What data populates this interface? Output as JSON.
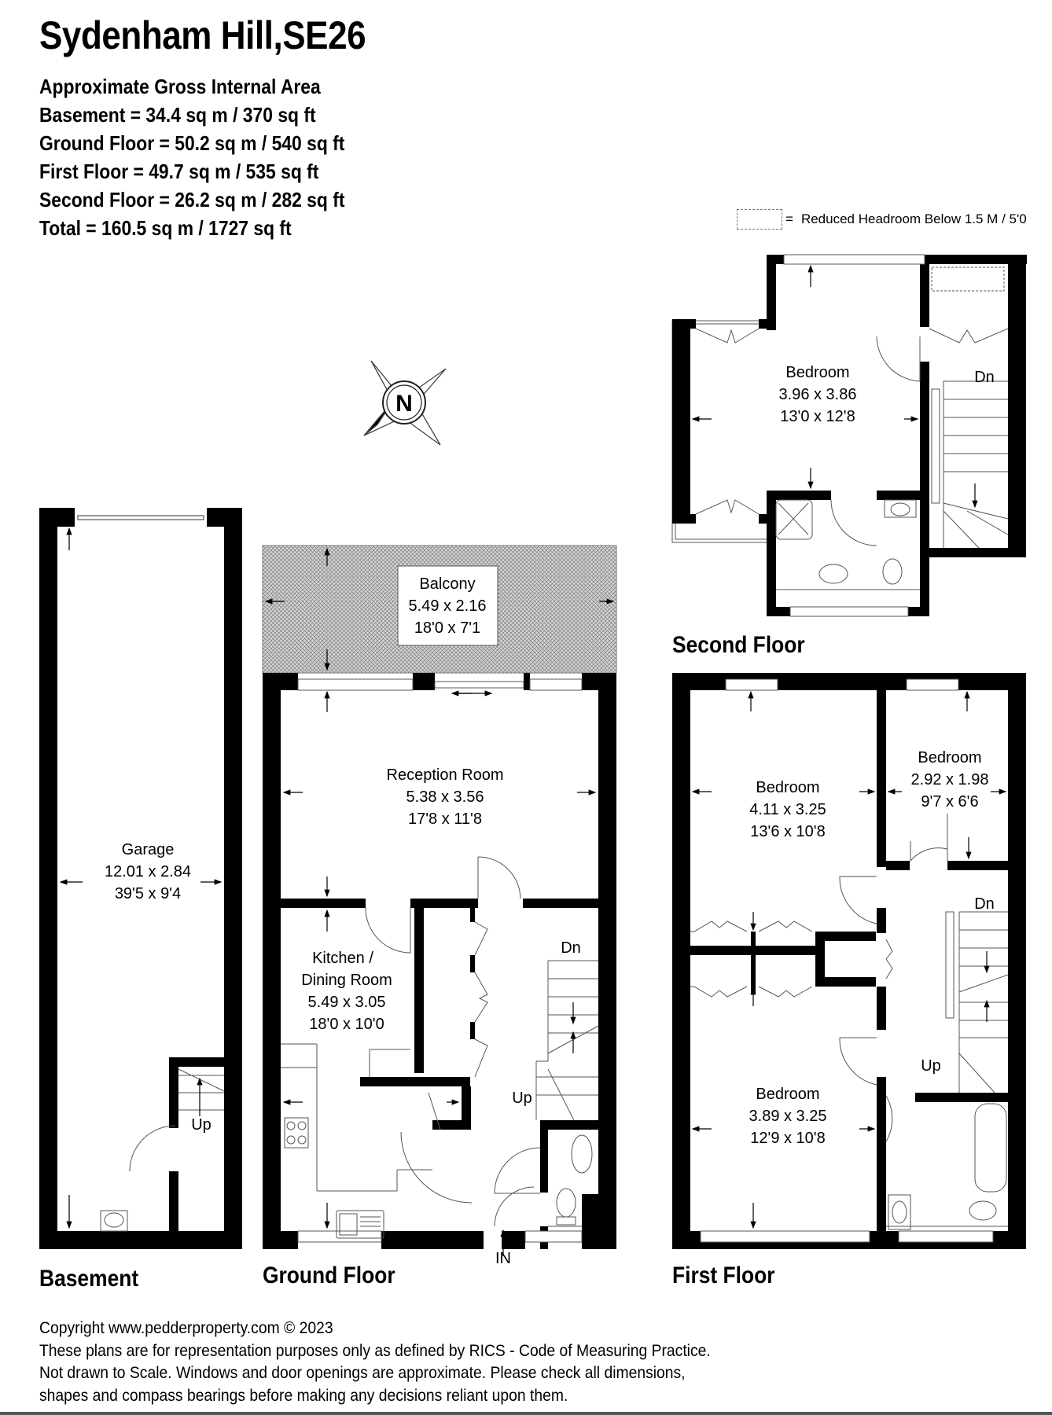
{
  "title": "Sydenham Hill,SE26",
  "areas": {
    "heading": "Approximate Gross Internal Area",
    "basement": "Basement = 34.4 sq m / 370 sq ft",
    "ground": "Ground Floor = 50.2 sq m / 540 sq ft",
    "first": "First Floor = 49.7 sq m / 535 sq ft",
    "second": "Second Floor = 26.2 sq m / 282 sq ft",
    "total": "Total = 160.5 sq m / 1727 sq ft"
  },
  "legend": {
    "symbol": "=",
    "text": "Reduced Headroom Below 1.5 M / 5'0"
  },
  "compass": {
    "label": "N"
  },
  "floors": {
    "basement": {
      "label": "Basement",
      "rooms": [
        {
          "name": "Garage",
          "metric": "12.01 x 2.84",
          "imperial": "39'5 x 9'4"
        }
      ],
      "stairs": "Up"
    },
    "ground": {
      "label": "Ground Floor",
      "rooms": [
        {
          "name": "Balcony",
          "metric": "5.49 x 2.16",
          "imperial": "18'0 x 7'1"
        },
        {
          "name": "Reception Room",
          "metric": "5.38 x 3.56",
          "imperial": "17'8 x 11'8"
        },
        {
          "name_line1": "Kitchen /",
          "name_line2": "Dining Room",
          "metric": "5.49 x 3.05",
          "imperial": "18'0 x 10'0"
        }
      ],
      "stairs_down": "Dn",
      "stairs_up": "Up",
      "entrance": "IN"
    },
    "first": {
      "label": "First Floor",
      "rooms": [
        {
          "name": "Bedroom",
          "metric": "4.11 x 3.25",
          "imperial": "13'6 x 10'8"
        },
        {
          "name": "Bedroom",
          "metric": "2.92 x 1.98",
          "imperial": "9'7 x 6'6"
        },
        {
          "name": "Bedroom",
          "metric": "3.89 x 3.25",
          "imperial": "12'9 x 10'8"
        }
      ],
      "stairs_down": "Dn",
      "stairs_up": "Up"
    },
    "second": {
      "label": "Second Floor",
      "rooms": [
        {
          "name": "Bedroom",
          "metric": "3.96 x 3.86",
          "imperial": "13'0 x 12'8"
        }
      ],
      "stairs_down": "Dn"
    }
  },
  "footer": {
    "copyright": "Copyright www.pedderproperty.com © 2023",
    "line1": "These plans are for representation purposes only as defined by RICS - Code of Measuring Practice.",
    "line2": "Not drawn to Scale. Windows and door openings are approximate. Please check all dimensions,",
    "line3": "shapes and compass bearings before making any decisions reliant upon them."
  }
}
